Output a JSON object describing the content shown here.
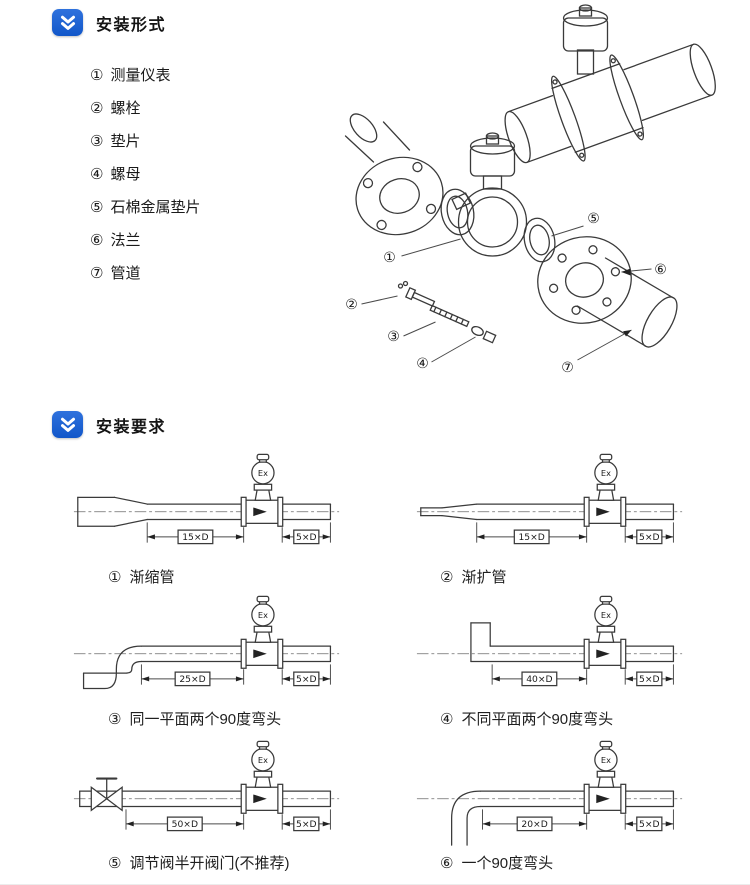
{
  "page": {
    "background": "#ffffff",
    "accent": "#1157c9",
    "line_color": "#3a3a3a"
  },
  "install_form": {
    "title": "安装形式",
    "parts": [
      {
        "num": "①",
        "label": "测量仪表"
      },
      {
        "num": "②",
        "label": "螺栓"
      },
      {
        "num": "③",
        "label": "垫片"
      },
      {
        "num": "④",
        "label": "螺母"
      },
      {
        "num": "⑤",
        "label": "石棉金属垫片"
      },
      {
        "num": "⑥",
        "label": "法兰"
      },
      {
        "num": "⑦",
        "label": "管道"
      }
    ],
    "callouts": {
      "c1": "①",
      "c2": "②",
      "c3": "③",
      "c4": "④",
      "c5": "⑤",
      "c6": "⑥",
      "c7": "⑦"
    }
  },
  "install_req": {
    "title": "安装要求",
    "meter_label": "Ex",
    "diagrams": [
      {
        "num": "①",
        "caption": "渐缩管",
        "dim_left": "15×D",
        "dim_right": "5×D"
      },
      {
        "num": "②",
        "caption": "渐扩管",
        "dim_left": "15×D",
        "dim_right": "5×D"
      },
      {
        "num": "③",
        "caption": "同一平面两个90度弯头",
        "dim_left": "25×D",
        "dim_right": "5×D"
      },
      {
        "num": "④",
        "caption": "不同平面两个90度弯头",
        "dim_left": "40×D",
        "dim_right": "5×D"
      },
      {
        "num": "⑤",
        "caption": "调节阀半开阀门(不推荐)",
        "dim_left": "50×D",
        "dim_right": "5×D"
      },
      {
        "num": "⑥",
        "caption": "一个90度弯头",
        "dim_left": "20×D",
        "dim_right": "5×D"
      }
    ]
  }
}
